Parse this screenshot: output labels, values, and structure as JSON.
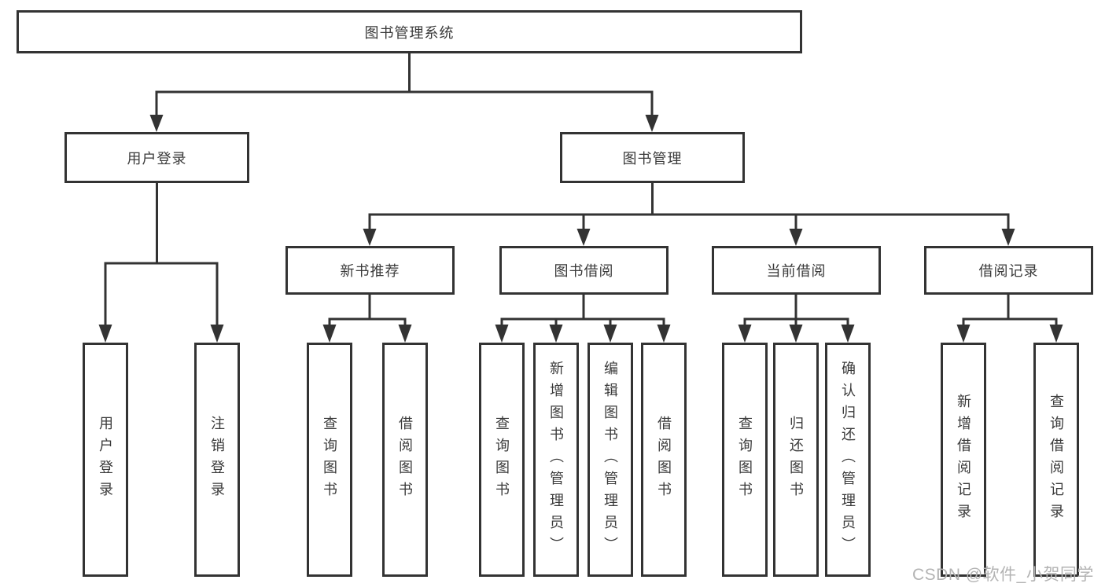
{
  "diagram_title": "图书管理系统",
  "nodes": {
    "root": "图书管理系统",
    "user_login": "用户登录",
    "book_mgmt": "图书管理",
    "new_book_rec": "新书推荐",
    "book_borrow": "图书借阅",
    "current_borrow": "当前借阅",
    "borrow_records": "借阅记录",
    "leaf_user_login": "用户登录",
    "leaf_logout": "注销登录",
    "nbr_query_book": "查询图书",
    "nbr_borrow_book": "借阅图书",
    "bb_query_book": "查询图书",
    "bb_add_book": "新增图书（管理员）",
    "bb_edit_book": "编辑图书（管理员）",
    "bb_borrow_book": "借阅图书",
    "cb_query_book": "查询图书",
    "cb_return_book": "归还图书",
    "cb_confirm_return": "确认归还（管理员）",
    "br_add_record": "新增借阅记录",
    "br_query_record": "查询借阅记录"
  },
  "hierarchy": {
    "root": "图书管理系统",
    "children": [
      {
        "label": "用户登录",
        "children": [
          "用户登录",
          "注销登录"
        ]
      },
      {
        "label": "图书管理",
        "children": [
          {
            "label": "新书推荐",
            "children": [
              "查询图书",
              "借阅图书"
            ]
          },
          {
            "label": "图书借阅",
            "children": [
              "查询图书",
              "新增图书（管理员）",
              "编辑图书（管理员）",
              "借阅图书"
            ]
          },
          {
            "label": "当前借阅",
            "children": [
              "查询图书",
              "归还图书",
              "确认归还（管理员）"
            ]
          },
          {
            "label": "借阅记录",
            "children": [
              "新增借阅记录",
              "查询借阅记录"
            ]
          }
        ]
      }
    ]
  },
  "watermark": "CSDN @软件_小贺同学",
  "colors": {
    "line": "#333333",
    "box_border": "#333333",
    "text": "#3a3a3a",
    "watermark": "#b3b3b3",
    "background": "#ffffff"
  }
}
